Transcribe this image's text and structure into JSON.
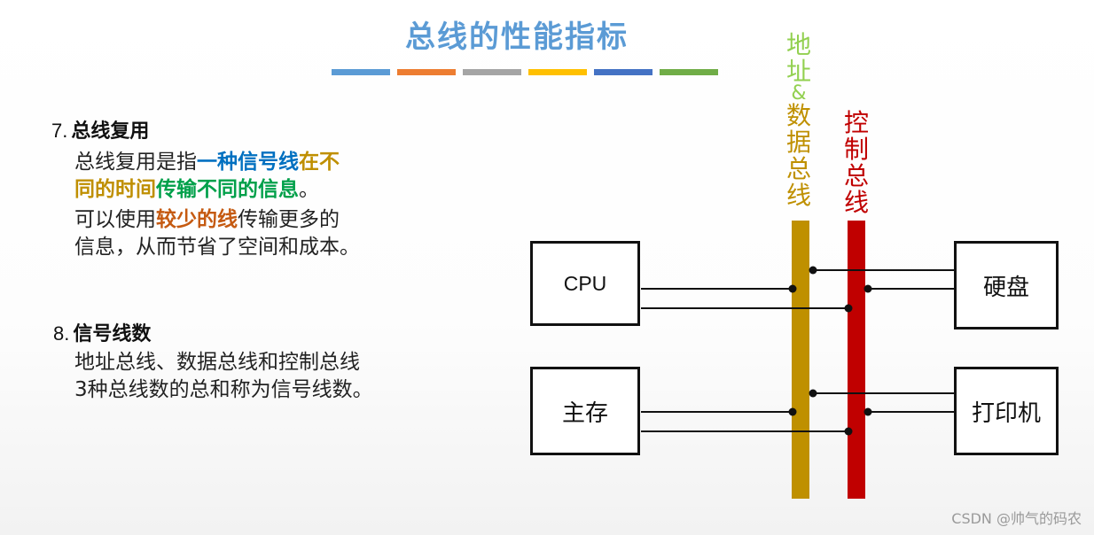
{
  "title": "总线的性能指标",
  "title_bars": [
    "#5b9bd5",
    "#ed7d31",
    "#a5a5a5",
    "#ffc000",
    "#4472c4",
    "#70ad47"
  ],
  "section7": {
    "number": "7.",
    "heading": "总线复用",
    "line1_a": "总线复用是指",
    "line1_b": "一种信号线",
    "line1_c": "在不",
    "line2_a": "同的时间",
    "line2_b": "传输不同的信息",
    "line2_c": "。",
    "line3_a": "可以使用",
    "line3_b": "较少的线",
    "line3_c": "传输更多的",
    "line4": "信息，从而节省了空间和成本。"
  },
  "section8": {
    "number": "8.",
    "heading": "信号线数",
    "line1": "地址总线、数据总线和控制总线",
    "line2": "3种总线数的总和称为信号线数。"
  },
  "diagram": {
    "addr_data_bus_label": [
      "地",
      "址",
      "&",
      "数",
      "据",
      "总",
      "线"
    ],
    "control_bus_label": [
      "控",
      "制",
      "总",
      "线"
    ],
    "addr_data_bus_color": "#bf9000",
    "control_bus_color": "#c00000",
    "addr_data_label_color_top": "#92d050",
    "addr_data_label_color_bottom": "#bf9000",
    "control_label_color": "#c00000",
    "cpu": "CPU",
    "memory": "主存",
    "disk": "硬盘",
    "printer": "打印机"
  },
  "footer": "CSDN @帅气的码农"
}
